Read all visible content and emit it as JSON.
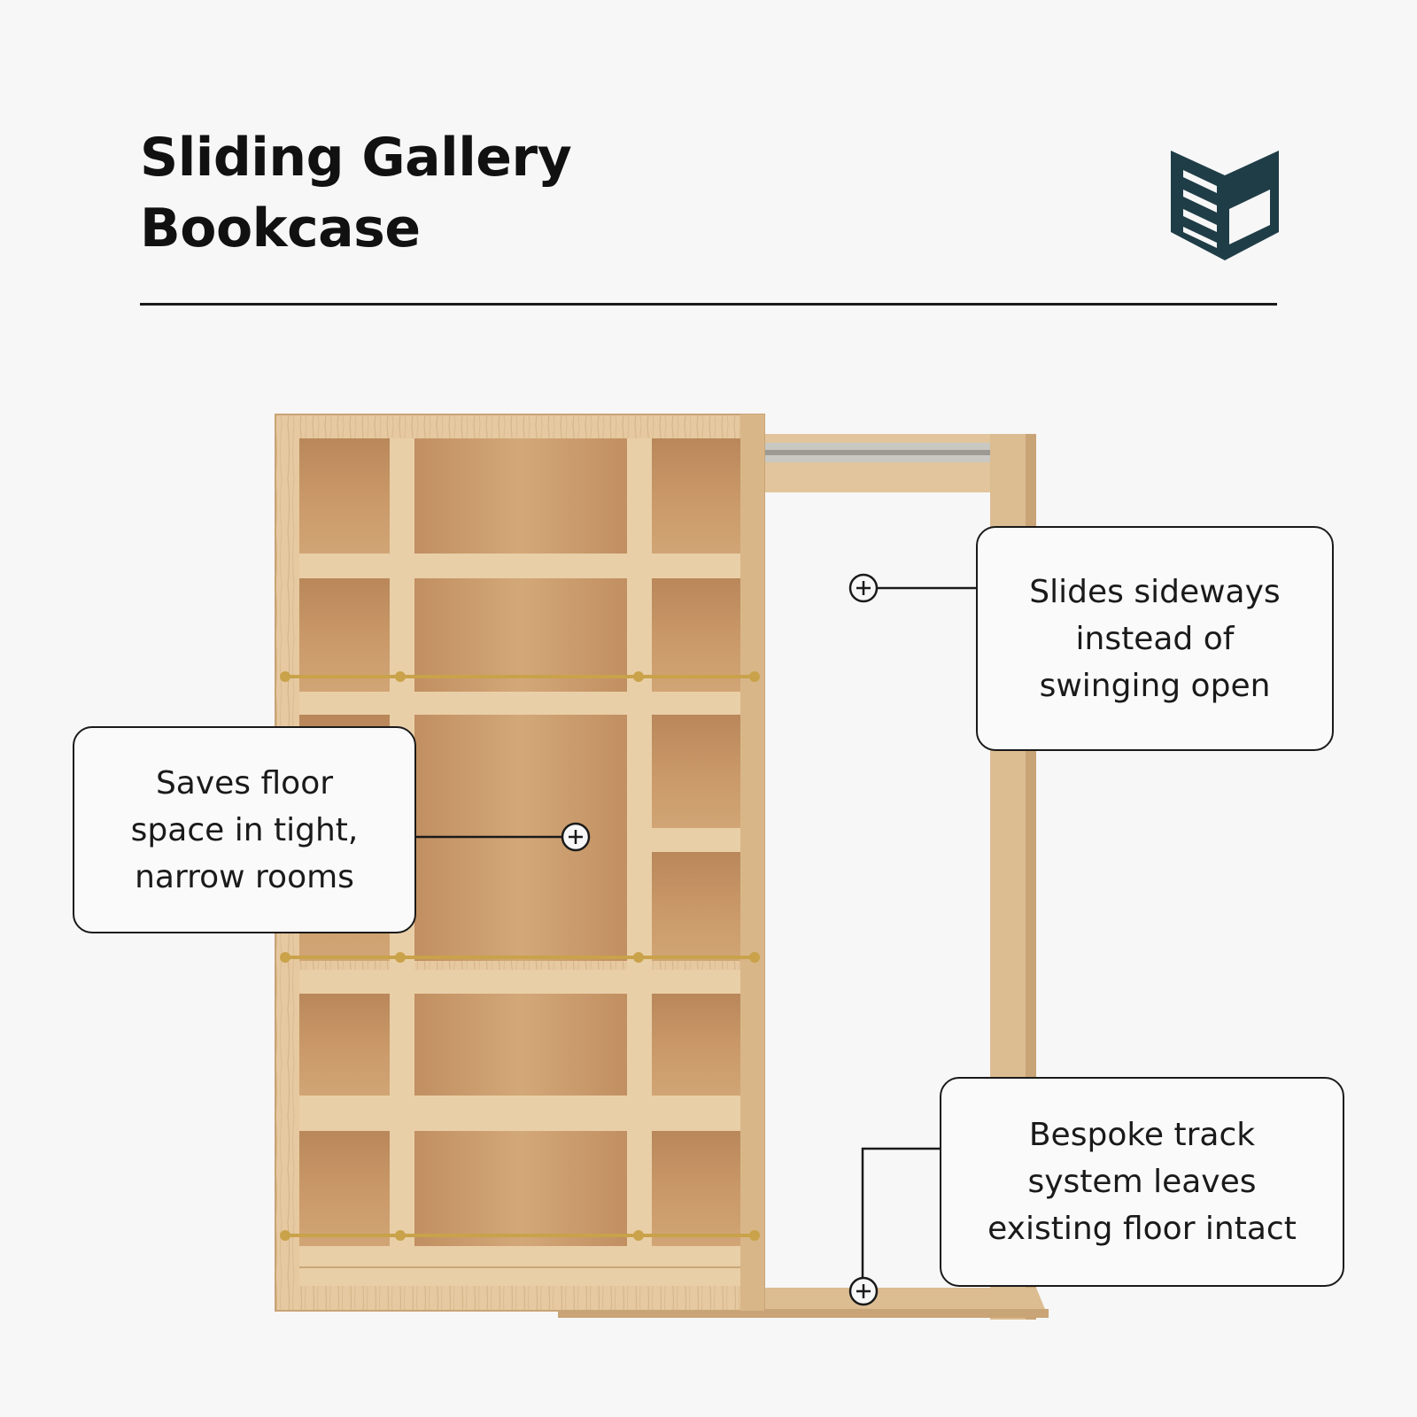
{
  "header": {
    "title_line1": "Sliding Gallery",
    "title_line2": "Bookcase",
    "logo_icon": "bookcase-logo-icon",
    "logo_color": "#1f3d47"
  },
  "callouts": {
    "left": {
      "line1": "Saves floor",
      "line2": "space in tight,",
      "line3": "narrow rooms"
    },
    "top": {
      "line1": "Slides sideways",
      "line2": "instead of",
      "line3": "swinging open"
    },
    "bottom": {
      "line1": "Bespoke track",
      "line2": "system leaves",
      "line3": "existing floor intact"
    }
  },
  "markers": {
    "icon": "plus-circle-icon"
  },
  "colors": {
    "wood_light": "#e6c9a0",
    "wood_mid": "#d7b184",
    "wood_dark": "#b98a5c",
    "brass": "#c9a24a"
  }
}
